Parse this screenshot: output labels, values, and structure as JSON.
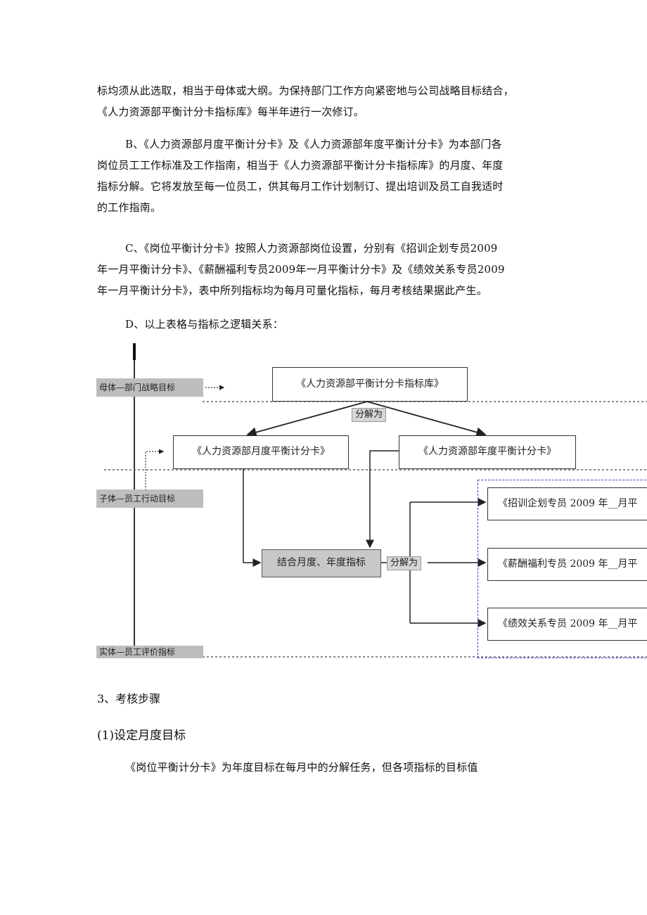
{
  "paragraphs": {
    "p1": [
      "标均须从此选取，相当于母体或大纲。为保持部门工作方向紧密地与公司战略目标结合，",
      "《人力资源部平衡计分卡指标库》每半年进行一次修订。"
    ],
    "p2": [
      "B、《人力资源部月度平衡计分卡》及《人力资源部年度平衡计分卡》为本部门各",
      "岗位员工工作标准及工作指南，相当于《人力资源部平衡计分卡指标库》的月度、年度",
      "指标分解。它将发放至每一位员工，供其每月工作计划制订、提出培训及员工自我适时",
      "的工作指南。"
    ],
    "p3": [
      "C、《岗位平衡计分卡》按照人力资源部岗位设置，分别有《招训企划专员2009",
      "年一月平衡计分卡》、《薪酬福利专员2009年一月平衡计分卡》及《绩效关系专员2009",
      "年一月平衡计分卡》，表中所列指标均为每月可量化指标，每月考核结果据此产生。"
    ],
    "p4": [
      "D、以上表格与指标之逻辑关系："
    ]
  },
  "diagram": {
    "levels": [
      "母体—部门战略目标",
      "子体—员工行动目标",
      "实体—员工评价指标"
    ],
    "boxes": {
      "library": "《人力资源部平衡计分卡指标库》",
      "monthly": "《人力资源部月度平衡计分卡》",
      "annual": "《人力资源部年度平衡计分卡》",
      "combine": "结合月度、年度指标",
      "post1": "《招训企划专员 2009 年__月平",
      "post2": "《薪酬福利专员 2009 年__月平",
      "post3": "《绩效关系专员 2009 年__月平"
    },
    "tags": {
      "split1": "分解为",
      "split2": "分解为"
    }
  },
  "section": {
    "heading": "3、考核步骤",
    "subheading": "(1)设定月度目标"
  },
  "last_paragraph": "《岗位平衡计分卡》为年度目标在每月中的分解任务，但各项指标的目标值"
}
